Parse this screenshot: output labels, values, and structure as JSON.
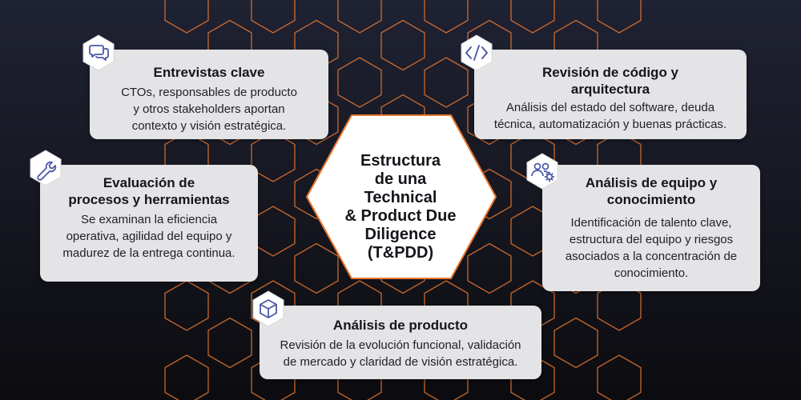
{
  "center": {
    "title_lines": [
      "Estructura",
      "de una Technical",
      "& Product Due",
      "Diligence",
      "(T&PDD)"
    ]
  },
  "cards": {
    "entrevistas": {
      "icon": "chat-bubbles-icon",
      "title": "Entrevistas clave",
      "lines": [
        "CTOs, responsables de producto",
        "y otros stakeholders aportan",
        "contexto y visión estratégica."
      ]
    },
    "revision": {
      "icon": "code-brackets-icon",
      "title_lines": [
        "Revisión de código y",
        "arquitectura"
      ],
      "lines": [
        "Análisis del estado del software, deuda",
        "técnica, automatización y buenas prácticas."
      ]
    },
    "evaluacion": {
      "icon": "wrench-icon",
      "title_lines": [
        "Evaluación de",
        "procesos y herramientas"
      ],
      "lines": [
        "Se examinan la eficiencia",
        "operativa, agilidad del equipo y",
        "madurez de la entrega continua."
      ]
    },
    "equipo": {
      "icon": "team-gear-icon",
      "title_lines": [
        "Análisis de equipo y",
        "conocimiento"
      ],
      "lines": [
        "Identificación de talento clave,",
        "estructura del equipo y riesgos",
        "asociados a la concentración de",
        "conocimiento."
      ]
    },
    "producto": {
      "icon": "cube-icon",
      "title": "Análisis de producto",
      "lines": [
        "Revisión de la evolución funcional, validación",
        "de mercado y claridad de visión estratégica."
      ]
    }
  },
  "colors": {
    "accent": "#e8782f",
    "card": "#e4e4e6",
    "icon_stroke": "#4a57a8",
    "background": "#1b1d2a"
  }
}
